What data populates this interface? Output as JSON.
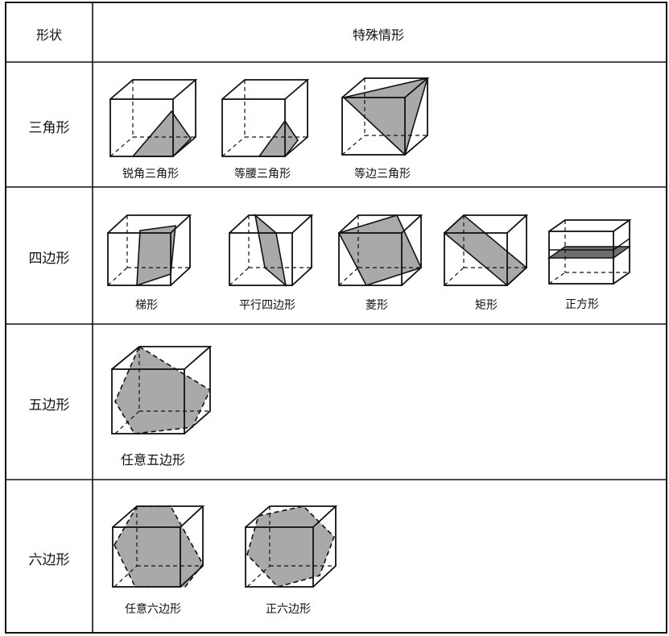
{
  "header": {
    "shape_col": "形状",
    "cases_col": "特殊情形"
  },
  "rows": [
    {
      "label": "三角形",
      "captions": [
        "锐角三角形",
        "等腰三角形",
        "等边三角形"
      ]
    },
    {
      "label": "四边形",
      "captions": [
        "梯形",
        "平行四边形",
        "菱形",
        "矩形",
        "正方形"
      ]
    },
    {
      "label": "五边形",
      "captions": [
        "任意五边形"
      ]
    },
    {
      "label": "六边形",
      "captions": [
        "任意六边形",
        "正六边形"
      ]
    }
  ],
  "colors": {
    "section_fill": "#a9a9a9",
    "square_fill": "#6e6e6e",
    "line": "#111111"
  }
}
